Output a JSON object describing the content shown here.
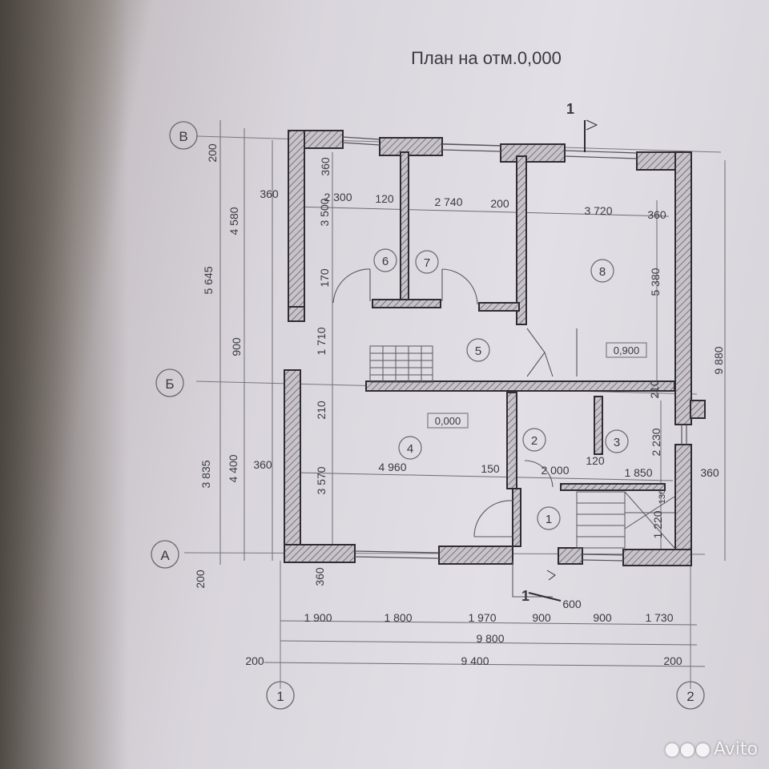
{
  "title": "План на отм.0,000",
  "axes": {
    "top": "В",
    "middle": "Б",
    "bottom": "А",
    "left": "1",
    "right": "2"
  },
  "section_mark": "1",
  "rooms": [
    "1",
    "2",
    "3",
    "4",
    "5",
    "6",
    "7",
    "8"
  ],
  "levels": {
    "ground": "0,000",
    "upper": "0,900"
  },
  "dimensions": {
    "top_wall": [
      "360",
      "2 300",
      "120",
      "2 740",
      "200",
      "3 720",
      "360"
    ],
    "room4_row": [
      "360",
      "4 960",
      "150",
      "2 000",
      "120",
      "1 850",
      "360"
    ],
    "bottom_chain": [
      "1 900",
      "1 800",
      "1 970",
      "900",
      "900",
      "1 730"
    ],
    "total_inner": "9 800",
    "total_outer": "9 400",
    "edge_left": "200",
    "edge_right": "200",
    "door_width": "600",
    "left_outer": [
      "200",
      "5 645",
      "3 835",
      "200"
    ],
    "left_mid": [
      "4 580",
      "900",
      "4 400"
    ],
    "left_inner": [
      "360",
      "3 500",
      "170",
      "1 710",
      "210",
      "3 570",
      "360"
    ],
    "right_side": [
      "5 380",
      "210",
      "2 230",
      "1 220",
      "9 880"
    ],
    "stair_tag": "130"
  },
  "watermark": "Avito"
}
